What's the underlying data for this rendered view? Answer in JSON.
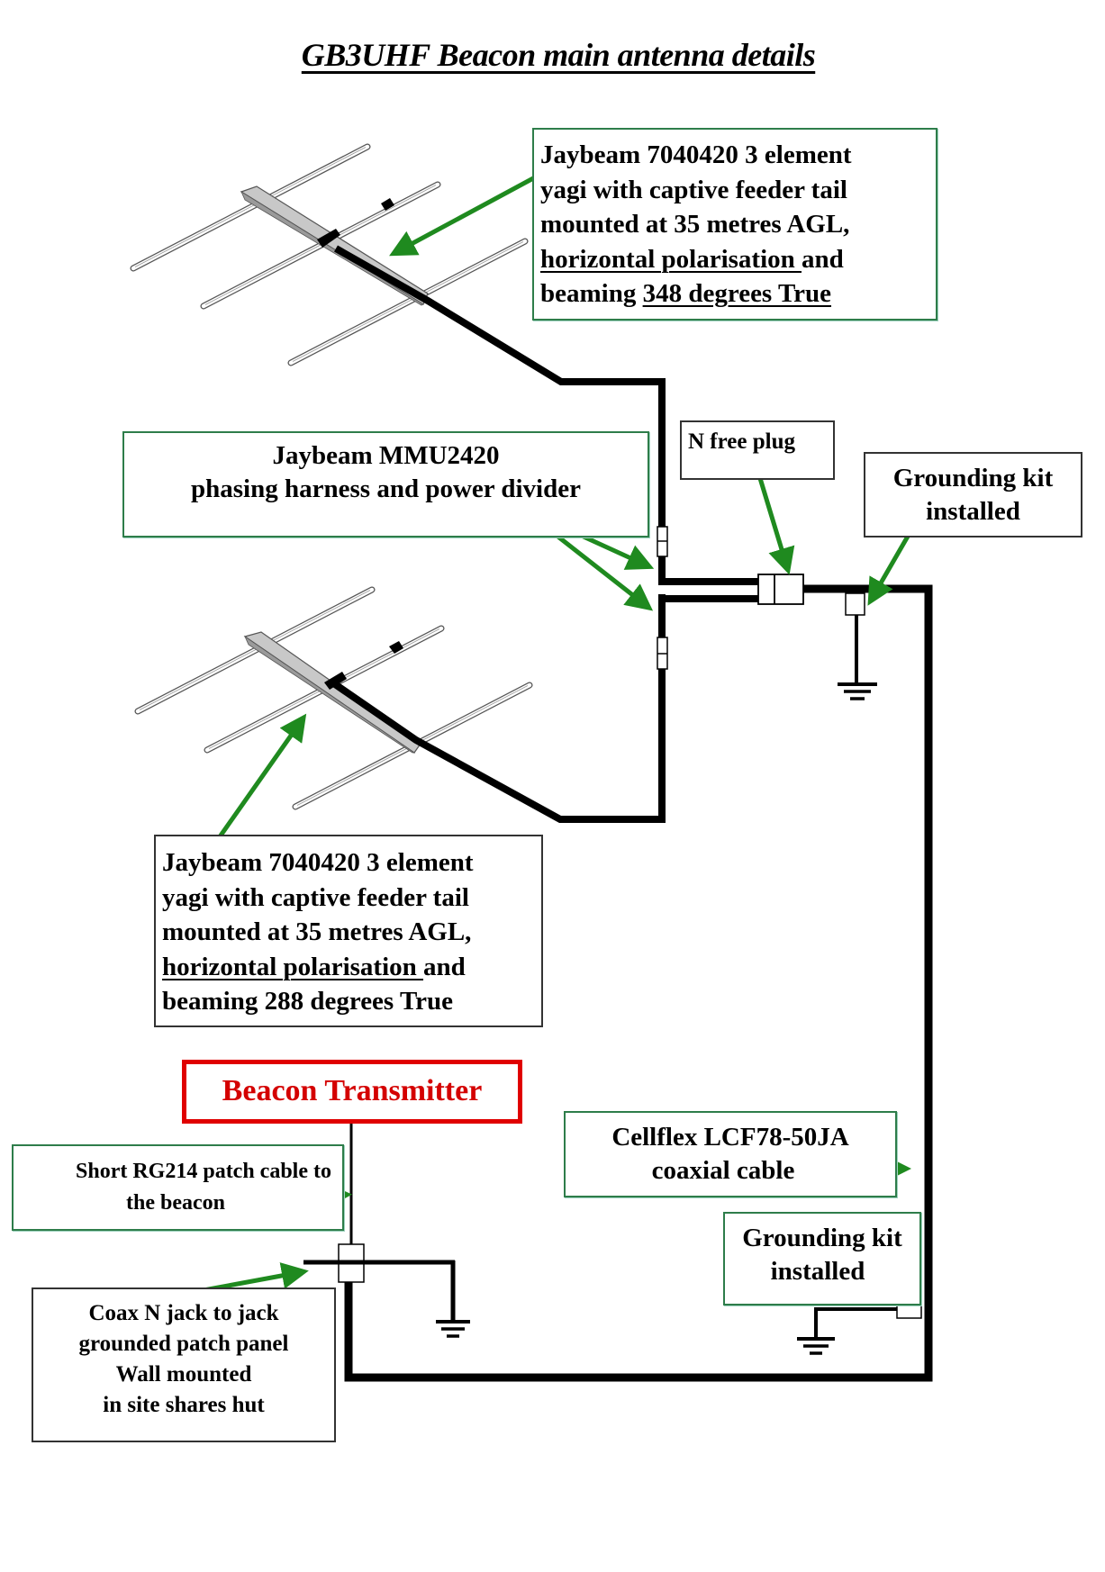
{
  "title": "GB3UHF Beacon main antenna details",
  "colors": {
    "arrow": "#1f8a1f",
    "cable": "#000000",
    "transmitter_border": "#e00000",
    "transmitter_text": "#d40000",
    "box_border": "#2e7d4a"
  },
  "icons": {
    "antenna": "yagi-antenna-icon",
    "ground": "ground-symbol-icon",
    "connector": "connector-icon",
    "arrow": "callout-arrow-icon"
  },
  "callouts": {
    "upper_yagi": {
      "line1": "Jaybeam 7040420 3 element",
      "line2": "yagi with captive feeder tail",
      "line3": "mounted at 35 metres AGL,",
      "line4_underlined": "horizontal polarisation ",
      "line4_rest": "and",
      "line5_prefix": "beaming ",
      "line5_underlined": "348 degrees True"
    },
    "harness": {
      "line1": "Jaybeam MMU2420",
      "line2": "phasing harness and power divider"
    },
    "n_plug": {
      "line1": "N free plug"
    },
    "grounding_top": {
      "line1": "Grounding kit",
      "line2": "installed"
    },
    "lower_yagi": {
      "line1": "Jaybeam 7040420 3 element",
      "line2": "yagi with captive feeder tail",
      "line3": "mounted at 35 metres AGL,",
      "line4_underlined": "horizontal polarisation ",
      "line4_rest": "and",
      "line5": "beaming 288 degrees True"
    },
    "transmitter": {
      "label": "Beacon Transmitter"
    },
    "patch_cable": {
      "line1": "Short RG214 patch cable to",
      "line2": "the beacon"
    },
    "cellflex": {
      "line1": "Cellflex LCF78-50JA",
      "line2": "coaxial cable"
    },
    "grounding_bottom": {
      "line1": "Grounding kit",
      "line2": "installed"
    },
    "patch_panel": {
      "line1": "Coax N jack to jack",
      "line2": "grounded patch panel",
      "line3": "Wall mounted",
      "line4": "in site shares hut"
    }
  }
}
